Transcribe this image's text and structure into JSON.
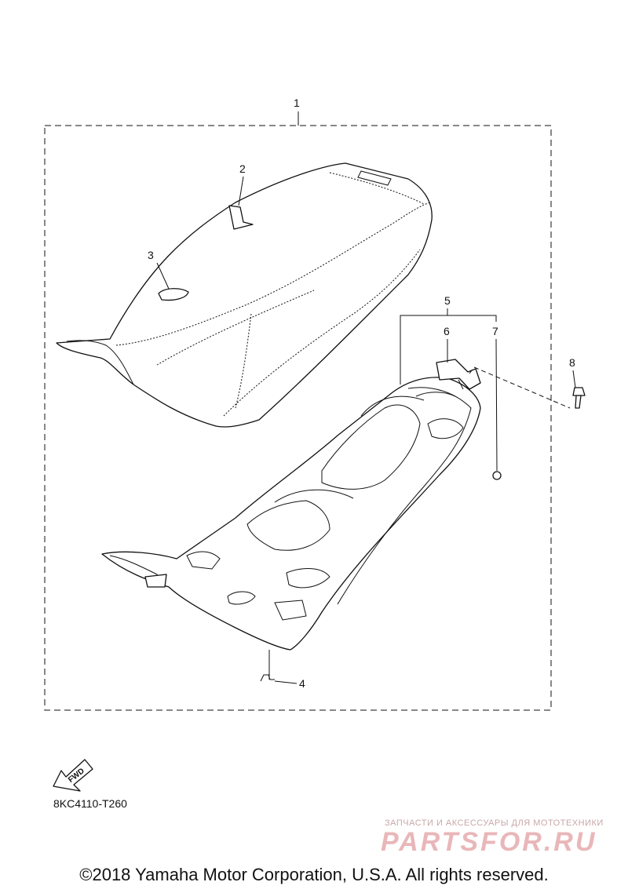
{
  "callouts": [
    "1",
    "2",
    "3",
    "4",
    "5",
    "6",
    "7",
    "8"
  ],
  "fwd_label": "FWD",
  "figure_code": "8KC4110-T260",
  "watermark": {
    "caption": "ЗАПЧАСТИ И АКСЕССУАРЫ ДЛЯ МОТОТЕХНИКИ",
    "logo": "PARTSFOR.RU"
  },
  "copyright": "©2018 Yamaha Motor Corporation, U.S.A. All rights reserved."
}
